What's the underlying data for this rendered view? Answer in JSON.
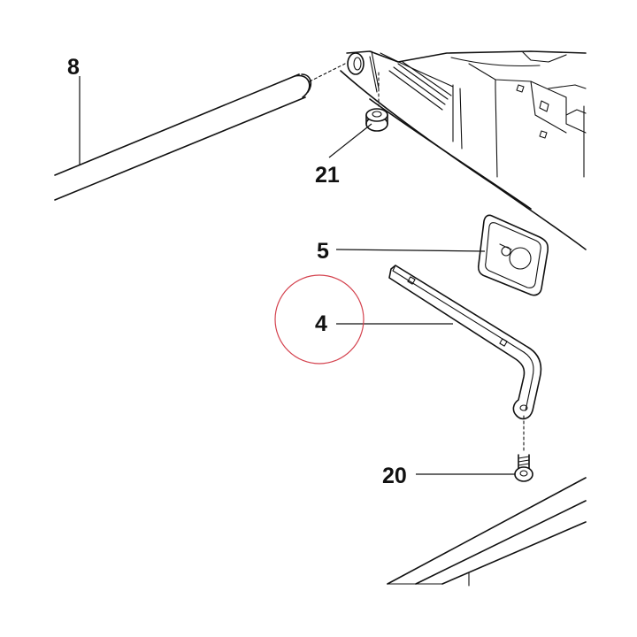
{
  "diagram": {
    "callouts": [
      {
        "id": "8",
        "label": "8"
      },
      {
        "id": "21",
        "label": "21"
      },
      {
        "id": "5",
        "label": "5"
      },
      {
        "id": "4",
        "label": "4"
      },
      {
        "id": "20",
        "label": "20"
      }
    ],
    "highlight": {
      "target": "4",
      "color": "#d4424e"
    },
    "line_color": "#111111"
  }
}
